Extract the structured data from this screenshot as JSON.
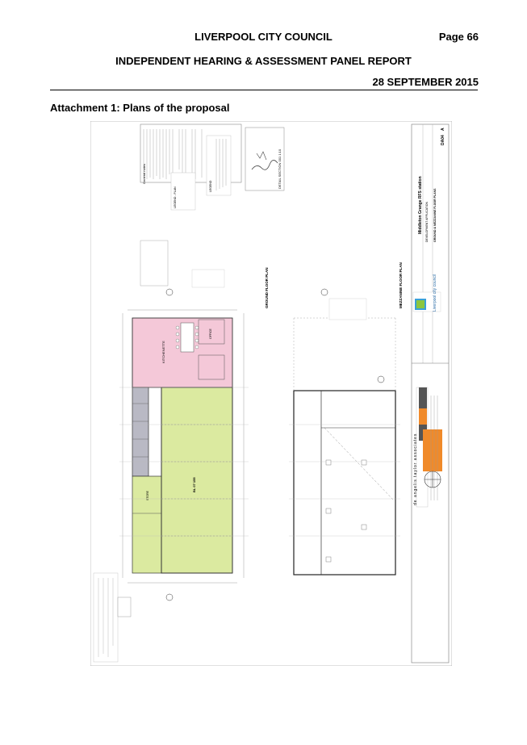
{
  "header": {
    "council": "LIVERPOOL CITY COUNCIL",
    "page": "Page 66",
    "report_title": "INDEPENDENT HEARING & ASSESSMENT PANEL REPORT",
    "date": "28 SEPTEMBER 2015"
  },
  "attachment_title": "Attachment 1: Plans of the proposal",
  "drawing": {
    "ground_floor_label": "GROUND FLOOR PLAN",
    "mezzanine_label": "MEZZANINE FLOOR PLAN",
    "detail_section_label": "DETAIL SECTION  001  1:10",
    "general_notes_label": "General notes",
    "legend_label": "LEGEND",
    "legend_plan_label": "LEGEND - PLAN",
    "project_name": "Middleton Grange RFS station",
    "project_sub": "DEVELOPMENT APPLICATION",
    "sheet_title": "GROUND & MEZZANINE FLOOR PLANS",
    "rooms": {
      "appliance_bay": "BL 07 155",
      "kitchenette": "KITCHENETTE",
      "storage": "STORE",
      "office": "OFFICE"
    },
    "architect": "de angelis taylor associates",
    "client": "Liverpool city council",
    "drawing_no": "DA04",
    "revision": "A",
    "colors": {
      "pink_zone": "#f4c8d8",
      "green_zone": "#dbeaa0",
      "grey_zone": "#b9b9c4",
      "orange": "#f08a2a"
    }
  }
}
